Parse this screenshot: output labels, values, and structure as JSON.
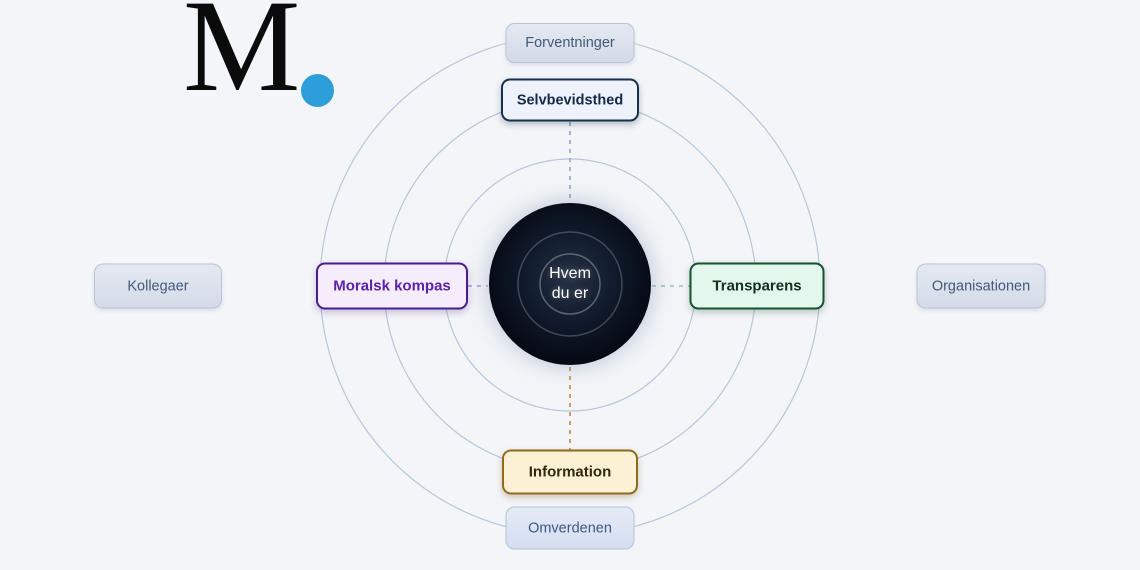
{
  "page": {
    "background_color": "#f3f5f8"
  },
  "logo": {
    "letter": "M",
    "dot_color": "#2D9ED9"
  },
  "center": {
    "line1": "Hvem",
    "line2": "du er",
    "disc_color": "#0a1120",
    "text_color": "#ffffff"
  },
  "rings": {
    "count": 3,
    "stroke_color": "#bac6d9"
  },
  "connectors": {
    "top_color": "#8ea6c6",
    "bottom_color": "#bd8a43",
    "left_color": "#b9a2de",
    "right_color": "#a7c9b5"
  },
  "nodes": {
    "forventninger": {
      "label": "Forventninger",
      "text_color": "#44597a",
      "background": "#dde3ec",
      "border_color": "#b9c4d7"
    },
    "selvbevidsthed": {
      "label": "Selvbevidsthed",
      "text_color": "#13294a",
      "background": "#eef3fb",
      "border_color": "#16314f"
    },
    "kollegaer": {
      "label": "Kollegaer",
      "text_color": "#44597a",
      "background": "#dce2ec",
      "border_color": "#b9c4d7"
    },
    "moralsk_kompas": {
      "label": "Moralsk kompas",
      "text_color": "#5b21a8",
      "background": "#f6edfc",
      "border_color": "#4a1d8f"
    },
    "transparens": {
      "label": "Transparens",
      "text_color": "#11301d",
      "background": "#e3f7ec",
      "border_color": "#14532d"
    },
    "organisationen": {
      "label": "Organisationen",
      "text_color": "#44597a",
      "background": "#dce2ec",
      "border_color": "#b9c4d7"
    },
    "information": {
      "label": "Information",
      "text_color": "#33270c",
      "background": "#fcf1d4",
      "border_color": "#8f6a1e"
    },
    "omverdenen": {
      "label": "Omverdenen",
      "text_color": "#3d5880",
      "background": "#dfe7f4",
      "border_color": "#b3c2dc"
    }
  }
}
